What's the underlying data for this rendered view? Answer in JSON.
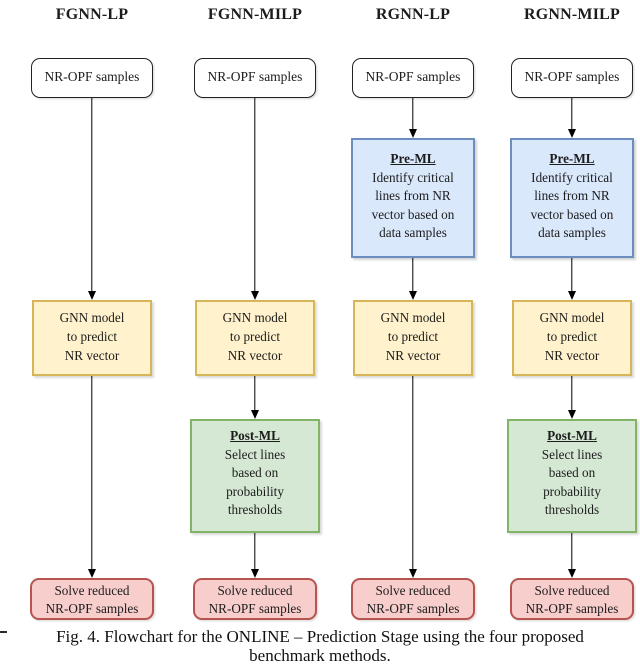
{
  "figure": {
    "columns": [
      {
        "header": "FGNN-LP"
      },
      {
        "header": "FGNN-MILP"
      },
      {
        "header": "RGNN-LP"
      },
      {
        "header": "RGNN-MILP"
      }
    ],
    "nodes": {
      "input": {
        "label": "NR-OPF samples"
      },
      "pre_ml": {
        "title": "Pre-ML",
        "lines": [
          "Identify critical",
          "lines from NR",
          "vector based on",
          "data samples"
        ]
      },
      "gnn": {
        "lines": [
          "GNN model",
          "to predict",
          "NR vector"
        ]
      },
      "post_ml": {
        "title": "Post-ML",
        "lines": [
          "Select lines",
          "based on",
          "probability",
          "thresholds"
        ]
      },
      "solve": {
        "lines": [
          "Solve reduced",
          "NR-OPF samples"
        ]
      }
    },
    "colors": {
      "pre_ml_fill": "#dae8fc",
      "pre_ml_border": "#6c8ebf",
      "gnn_fill": "#fff2cc",
      "gnn_border": "#d6b656",
      "post_ml_fill": "#d5e8d4",
      "post_ml_border": "#82b366",
      "solve_fill": "#f8cecc",
      "solve_border": "#b85450"
    },
    "caption": {
      "line1": "Fig. 4. Flowchart for the ONLINE – Prediction Stage using the four proposed",
      "line2": "benchmark methods."
    }
  }
}
